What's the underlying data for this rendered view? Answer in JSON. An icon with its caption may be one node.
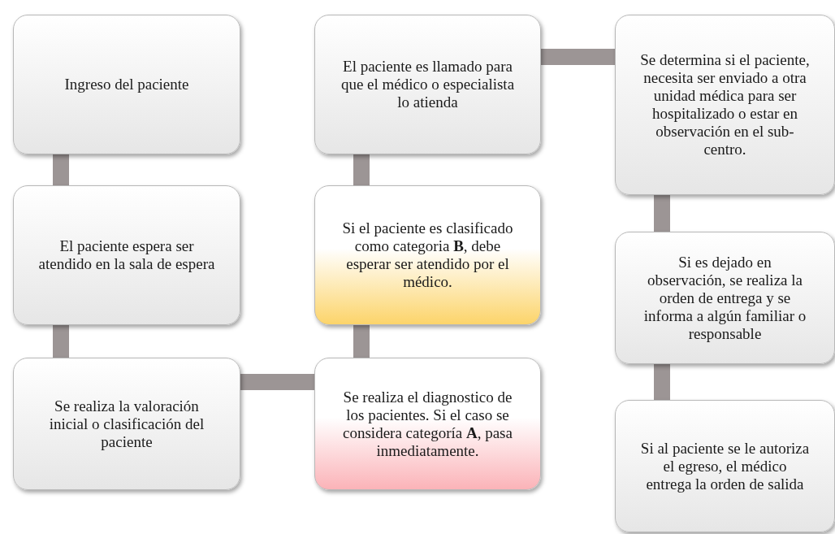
{
  "diagram": {
    "nodes": [
      {
        "text": [
          "Ingreso del paciente"
        ]
      },
      {
        "text": [
          "El paciente espera ser atendido en la sala de espera"
        ]
      },
      {
        "text": [
          "Se realiza la valoración inicial o clasificación del paciente"
        ]
      },
      {
        "text": [
          "Se realiza el diagnostico de los pacientes. Si el caso se considera categoría **A**, pasa inmediatamente."
        ]
      },
      {
        "text": [
          "Si el paciente es clasificado como categoria **B**, debe esperar ser atendido por el médico."
        ]
      },
      {
        "text": [
          "El paciente es llamado para que el médico o especialista lo atienda"
        ]
      },
      {
        "text": [
          "Se determina si el paciente, necesita ser enviado a otra unidad médica para ser hospitalizado o estar en observación en el sub-centro."
        ]
      },
      {
        "text": [
          "Si es dejado en observación, se realiza la orden de entrega y se informa a algún familiar o responsable"
        ]
      },
      {
        "text": [
          "Si al paciente se le autoriza el egreso, el médico entrega la orden de salida"
        ]
      }
    ],
    "edges": [
      {
        "from": 0,
        "to": 1,
        "arrow": "none"
      },
      {
        "from": 1,
        "to": 2,
        "arrow": "none"
      },
      {
        "from": 2,
        "to": 3,
        "arrow": "none"
      },
      {
        "from": 3,
        "to": 4,
        "arrow": "none"
      },
      {
        "from": 4,
        "to": 5,
        "arrow": "none"
      },
      {
        "from": 5,
        "to": 6,
        "arrow": "none"
      },
      {
        "from": 6,
        "to": 7,
        "arrow": "none"
      },
      {
        "from": 7,
        "to": 8,
        "arrow": "none"
      }
    ]
  }
}
